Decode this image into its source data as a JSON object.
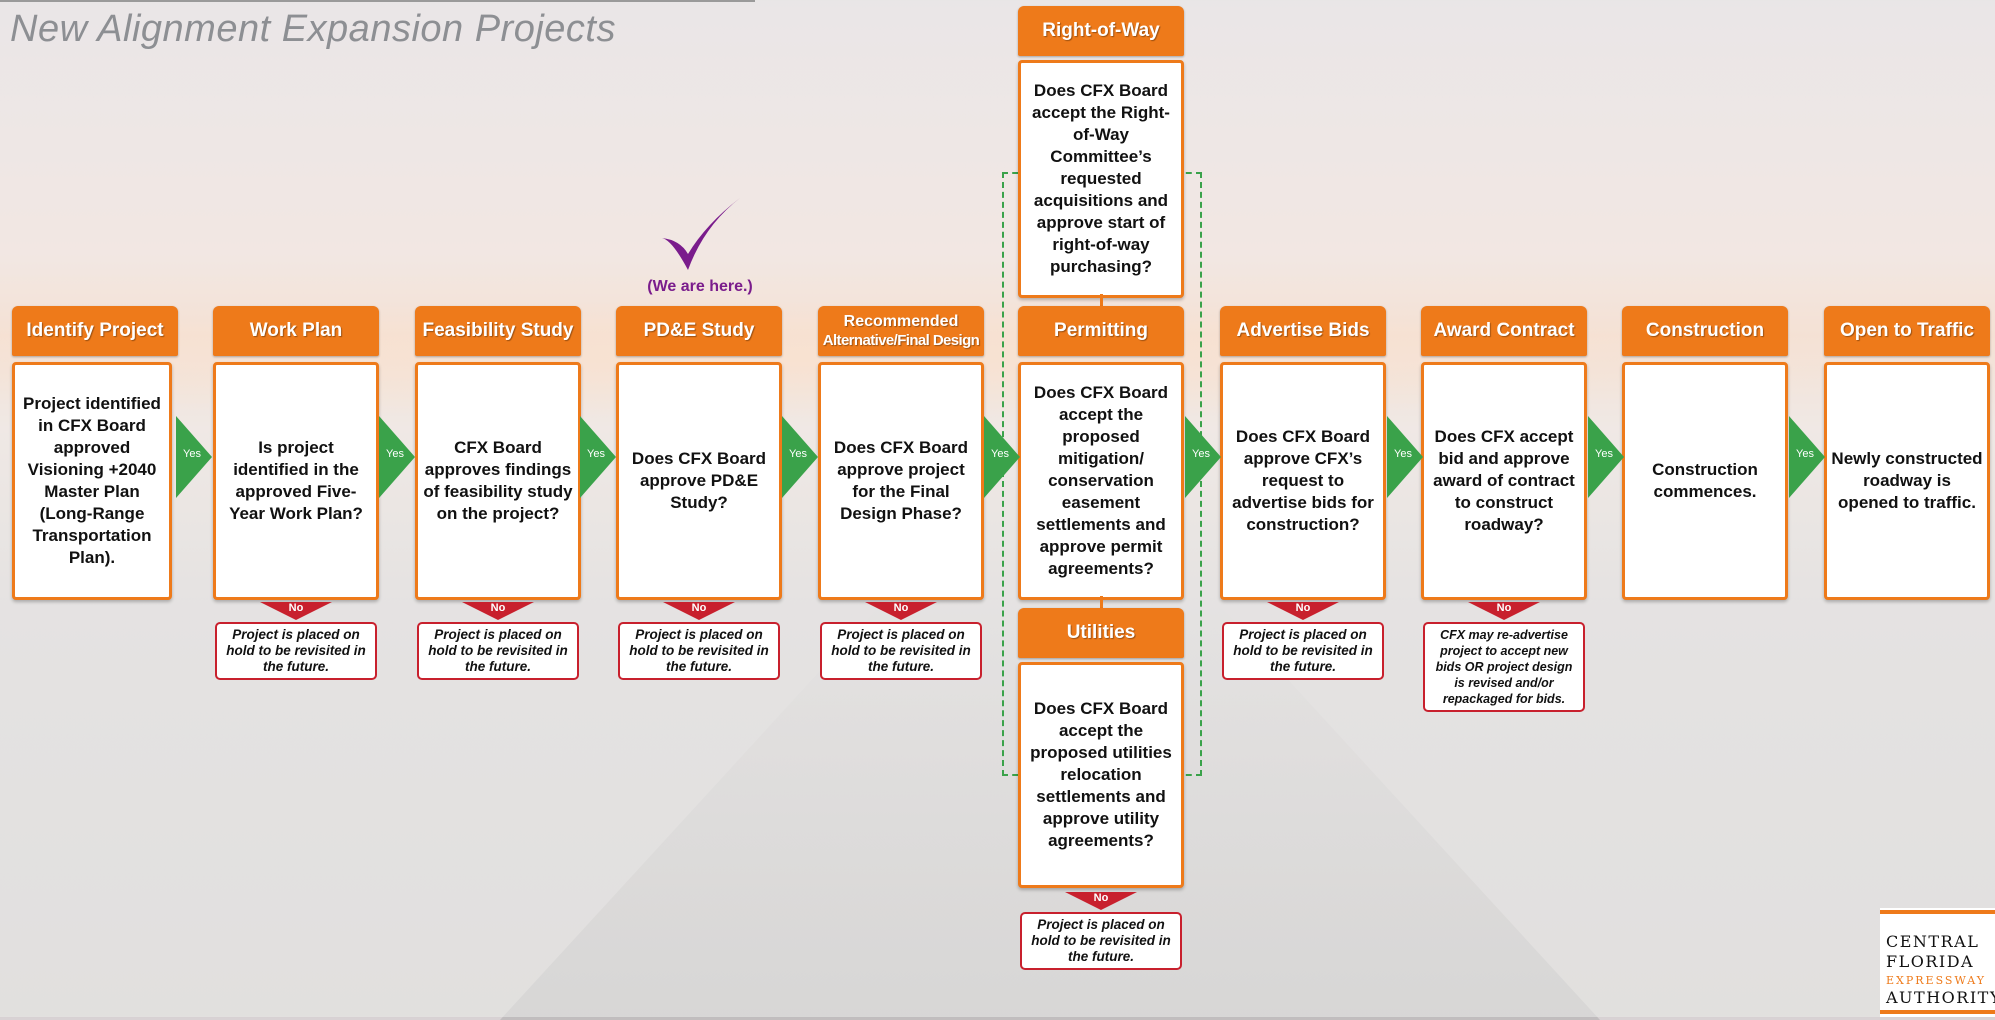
{
  "title": "New Alignment Expansion Projects",
  "marker": {
    "icon": "checkmark-icon",
    "text": "(We are here.)",
    "color": "#7a1c8c"
  },
  "yes_label": "Yes",
  "no_label": "No",
  "hold_note": "Project is placed on hold to be revisited in the future.",
  "steps": [
    {
      "header": "Identify Project",
      "body": "Project identified in CFX Board approved Visioning +2040 Master Plan (Long-Range Transportation Plan)."
    },
    {
      "header": "Work Plan",
      "body": "Is project identified in the approved Five-Year Work Plan?"
    },
    {
      "header": "Feasibility Study",
      "body": "CFX Board approves findings of feasibility study on the project?"
    },
    {
      "header": "PD&E Study",
      "body": "Does CFX Board approve PD&E Study?"
    },
    {
      "header_line1": "Recommended",
      "header_line2": "Alternative/Final Design",
      "body": "Does CFX Board approve project for the Final Design Phase?"
    },
    {
      "header": "Permitting",
      "body": "Does CFX Board accept the proposed mitigation/ conservation easement settlements and approve permit agreements?"
    },
    {
      "header": "Advertise Bids",
      "body": "Does CFX Board approve CFX’s request to advertise bids for construction?"
    },
    {
      "header": "Award Contract",
      "body": "Does CFX accept bid and approve award of contract to construct roadway?",
      "note": "CFX may re-advertise project to accept new bids OR project design is revised and/or repackaged for bids."
    },
    {
      "header": "Construction",
      "body": "Construction commences."
    },
    {
      "header": "Open to Traffic",
      "body": "Newly constructed roadway is opened to traffic."
    }
  ],
  "right_of_way": {
    "header": "Right-of-Way",
    "body": "Does CFX Board accept the Right-of-Way Committee’s requested acquisitions and approve start of right-of-way purchasing?"
  },
  "utilities": {
    "header": "Utilities",
    "body": "Does CFX Board accept the proposed utilities relocation settlements and approve utility agreements?"
  },
  "logo": {
    "line1": "CENTRAL",
    "line2": "FLORIDA",
    "line3": "EXPRESSWAY",
    "line4": "AUTHORITY"
  },
  "colors": {
    "orange": "#ee7a1a",
    "green": "#3aa24a",
    "red": "#c8202d",
    "purple": "#7a1c8c"
  }
}
